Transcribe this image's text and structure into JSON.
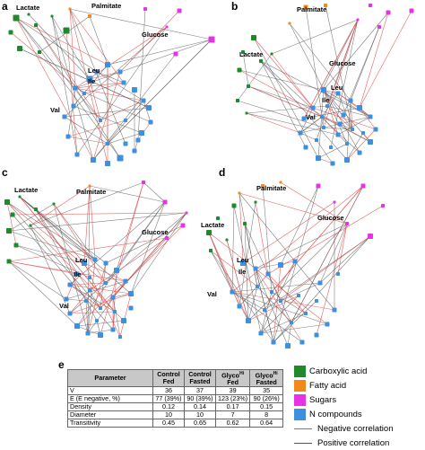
{
  "panels": [
    {
      "letter": "a",
      "labels": [
        {
          "text": "Lactate"
        },
        {
          "text": "Palmitate"
        },
        {
          "text": "Glucose"
        },
        {
          "text": "Leu"
        },
        {
          "text": "Ile"
        },
        {
          "text": "Val"
        }
      ]
    },
    {
      "letter": "b",
      "labels": [
        {
          "text": "Palmitate"
        },
        {
          "text": "Lactate"
        },
        {
          "text": "Glucose"
        },
        {
          "text": "Leu"
        },
        {
          "text": "Ile"
        },
        {
          "text": "Val"
        }
      ]
    },
    {
      "letter": "c",
      "labels": [
        {
          "text": "Lactate"
        },
        {
          "text": "Palmitate"
        },
        {
          "text": "Glucose"
        },
        {
          "text": "Leu"
        },
        {
          "text": "Ile"
        },
        {
          "text": "Val"
        }
      ]
    },
    {
      "letter": "d",
      "labels": [
        {
          "text": "Palmitate"
        },
        {
          "text": "Lactate"
        },
        {
          "text": "Glucose"
        },
        {
          "text": "Leu"
        },
        {
          "text": "Ile"
        },
        {
          "text": "Val"
        }
      ]
    }
  ],
  "legend": {
    "items": [
      {
        "label": "Carboxylic acid",
        "color": "#1f8a2b"
      },
      {
        "label": "Fatty acid",
        "color": "#f08a1c"
      },
      {
        "label": "Sugars",
        "color": "#e633e6"
      },
      {
        "label": "N compounds",
        "color": "#3d8fe0"
      }
    ],
    "lines": [
      {
        "label": "Negative correlation",
        "color": "#e05555"
      },
      {
        "label": "Positive correlation",
        "color": "#555555"
      }
    ]
  },
  "colors": {
    "carboxylic": "#1f8a2b",
    "fatty": "#f08a1c",
    "sugar": "#e633e6",
    "nitrogen": "#3d8fe0",
    "negative_edge": "#e05555",
    "positive_edge": "#555555"
  },
  "table": {
    "letter": "e",
    "header": {
      "parameter": "Parameter",
      "col1": [
        "Control",
        "Fed"
      ],
      "col2": [
        "Control",
        "Fasted"
      ],
      "col3": [
        "Glyco",
        "Hi",
        " Fed"
      ],
      "col4": [
        "Glyco",
        "Hi",
        " Fasted"
      ]
    },
    "rows": [
      {
        "name": "V",
        "values": [
          "36",
          "37",
          "39",
          "35"
        ]
      },
      {
        "name": "E (E negative, %)",
        "values": [
          "77 (39%)",
          "90 (39%)",
          "123 (23%)",
          "90 (26%)"
        ]
      },
      {
        "name": "Density",
        "values": [
          "0.12",
          "0.14",
          "0.17",
          "0.15"
        ]
      },
      {
        "name": "Diameter",
        "values": [
          "10",
          "10",
          "7",
          "8"
        ]
      },
      {
        "name": "Transitivity",
        "values": [
          "0.45",
          "0.65",
          "0.62",
          "0.64"
        ]
      }
    ]
  }
}
